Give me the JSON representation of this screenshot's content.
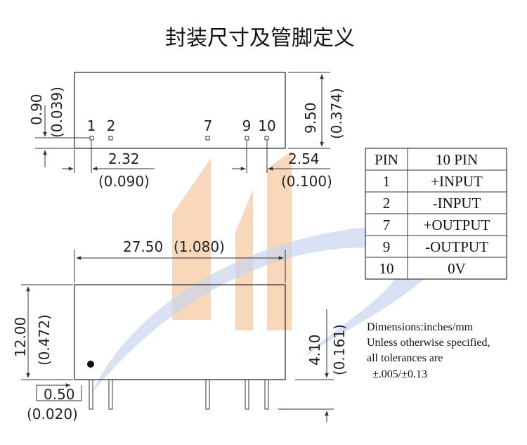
{
  "title": "封装尺寸及管脚定义",
  "top_view": {
    "pin_labels": [
      "1",
      "2",
      "7",
      "9",
      "10"
    ],
    "dim_left_mm": "0.90",
    "dim_left_in": "(0.039)",
    "dim_height_mm": "9.50",
    "dim_height_in": "(0.374)",
    "dim_pitch1_mm": "2.32",
    "dim_pitch1_in": "(0.090)",
    "dim_pitch2_mm": "2.54",
    "dim_pitch2_in": "(0.100)"
  },
  "side_view": {
    "dim_length": "27.50",
    "dim_length_in": "(1.080)",
    "dim_height_mm": "12.00",
    "dim_height_in": "(0.472)",
    "dim_pin_mm": "4.10",
    "dim_pin_in": "(0.161)",
    "dim_offset_mm": "0.50",
    "dim_offset_in": "(0.020)"
  },
  "pin_table": {
    "headers": [
      "PIN",
      "10 PIN"
    ],
    "rows": [
      [
        "1",
        "+INPUT"
      ],
      [
        "2",
        "-INPUT"
      ],
      [
        "7",
        "+OUTPUT"
      ],
      [
        "9",
        "-OUTPUT"
      ],
      [
        "10",
        "0V"
      ]
    ]
  },
  "notes": [
    "Dimensions:inches/mm",
    "Unless otherwise specified,",
    "all tolerances are",
    "±.005/±0.13"
  ],
  "colors": {
    "watermark_orange": "#f6c9a3",
    "watermark_blue": "#c9d6ee",
    "line": "#333333"
  }
}
